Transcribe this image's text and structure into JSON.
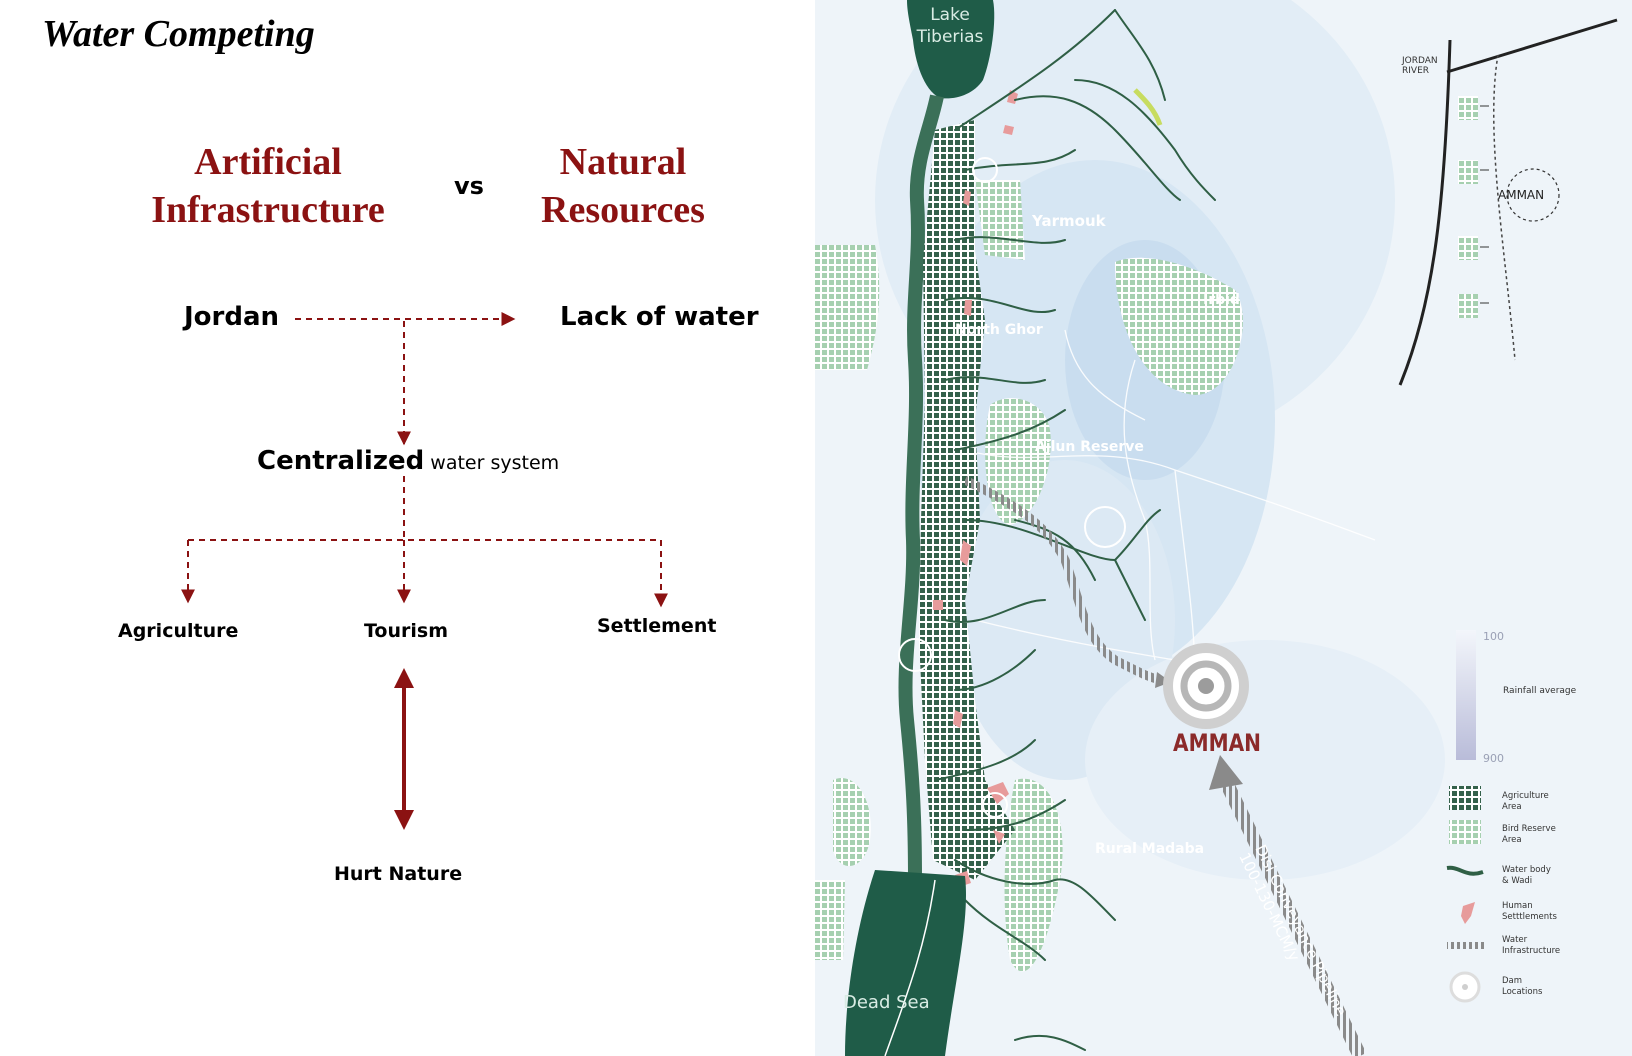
{
  "left": {
    "title": "Water Competing",
    "heading_left": [
      "Artificial",
      "Infrastructure"
    ],
    "vs": "vs",
    "heading_right": [
      "Natural",
      "Resources"
    ],
    "node_jordan": "Jordan",
    "node_lack": "Lack of water",
    "node_central_main": "Centralized",
    "node_central_sub": " water system",
    "node_agriculture": "Agriculture",
    "node_tourism": "Tourism",
    "node_settlement": "Settlement",
    "node_hurt": "Hurt Nature"
  },
  "map": {
    "lake_tiberias": [
      "Lake",
      "Tiberias"
    ],
    "dead_sea": "Dead Sea",
    "yarmouk": "Yarmouk",
    "irbid": "Irbid",
    "north_ghor": "North Ghor",
    "ajlun": "Ajlun Reserve",
    "rural_madaba": "Rural Madaba",
    "amman": "AMMAN",
    "pipeline": [
      "Disi Conveyance Pipeline",
      "100-130-MCM/y"
    ],
    "inset": {
      "jordan_river": [
        "JORDAN",
        "RIVER"
      ],
      "amman": "AMMAN"
    },
    "legend": {
      "rain_min": "100",
      "rain_max": "900",
      "rain_label": "Rainfall average",
      "items": [
        [
          "Agriculture",
          "Area"
        ],
        [
          "Bird Reserve",
          "Area"
        ],
        [
          "Water body",
          "& Wadi"
        ],
        [
          "Human",
          "Setttlements"
        ],
        [
          "Water",
          "Infrastructure"
        ],
        [
          "Dam",
          "Locations"
        ]
      ]
    }
  },
  "colors": {
    "heading": "#8b1212",
    "arrow": "#8b1212",
    "wadi": "#2f5f45",
    "agriculture": "#2e5a45",
    "reserve": "#9cc9a6",
    "settlement": "#e79b9b",
    "amman": "#8b2a2a"
  }
}
